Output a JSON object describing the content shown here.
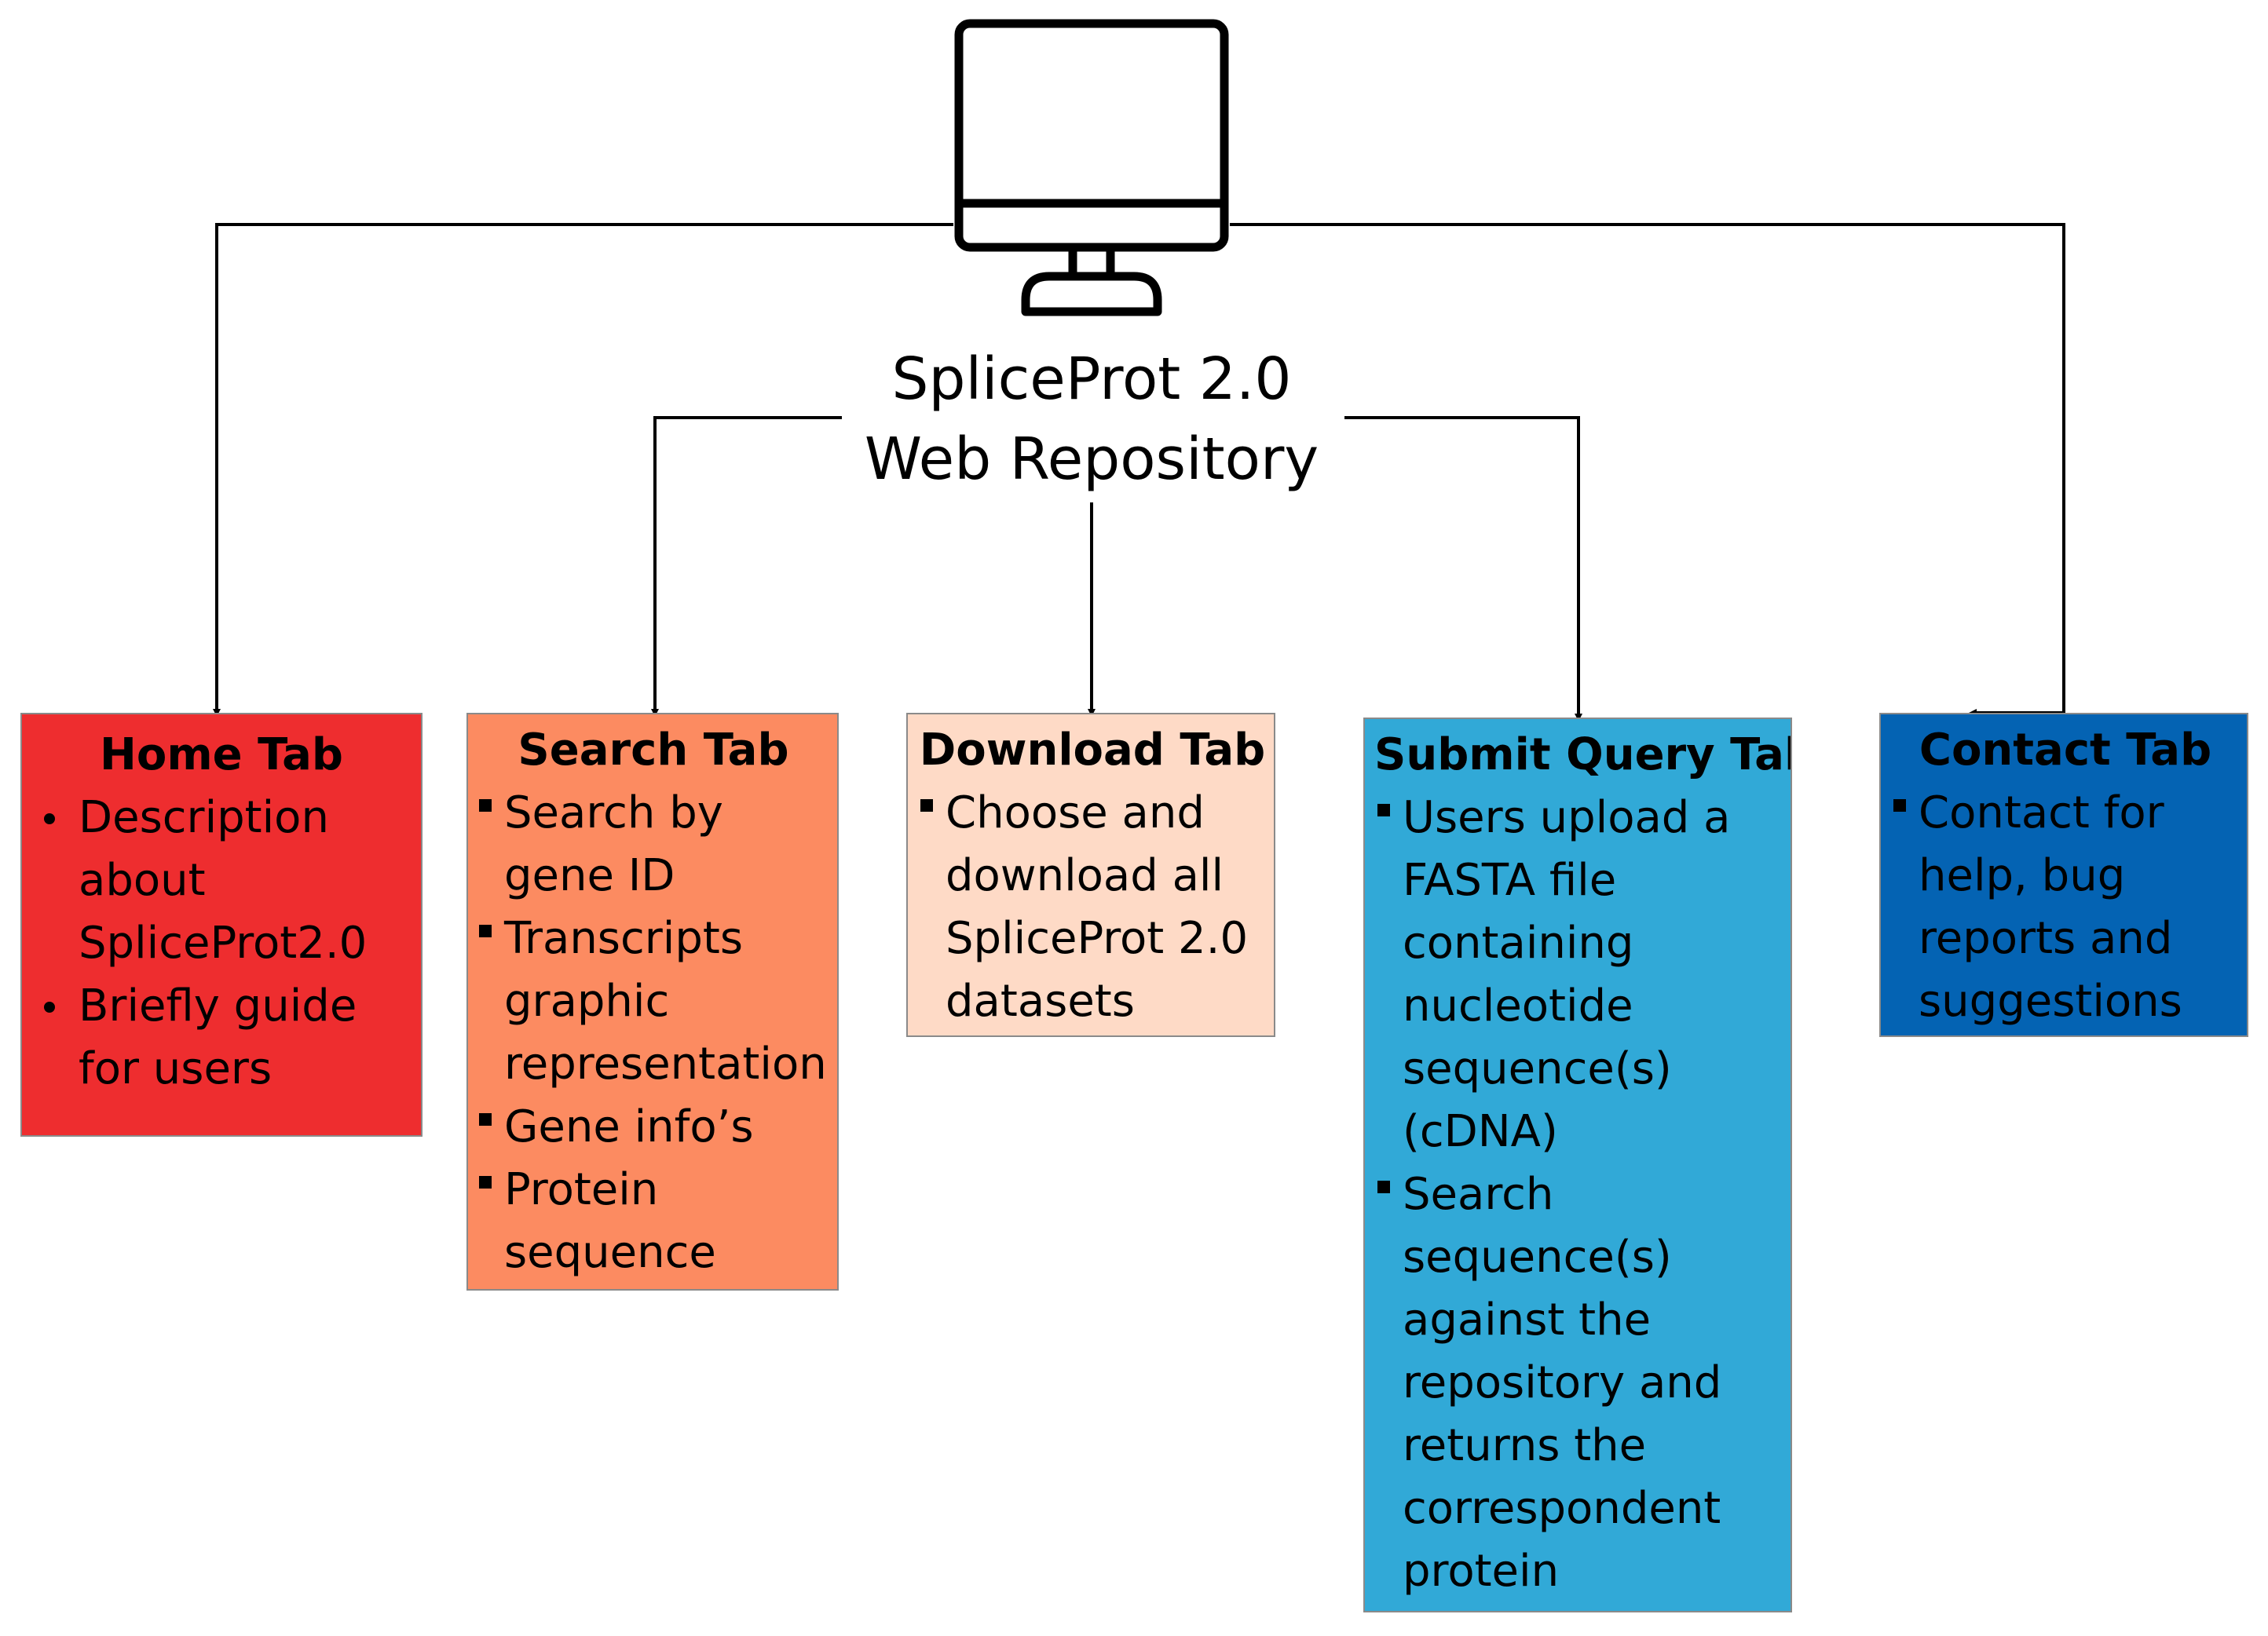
{
  "title": {
    "line1": "SpliceProt 2.0",
    "line2": "Web Repository"
  },
  "monitor": {
    "icon": "monitor-icon"
  },
  "boxes": {
    "home": {
      "heading": "Home Tab",
      "color": "#ee2d2f",
      "items": [
        "Description about SpliceProt2.0",
        "Briefly guide for users"
      ]
    },
    "search": {
      "heading": "Search Tab",
      "color": "#fc8b61",
      "items": [
        "Search by gene ID",
        "Transcripts graphic representation",
        "Gene info’s",
        "Protein sequence"
      ]
    },
    "download": {
      "heading": "Download Tab",
      "color": "#fedac6",
      "items": [
        "Choose and download all SpliceProt 2.0 datasets"
      ]
    },
    "submit": {
      "heading": "Submit Query Tab",
      "color": "#31a9d7",
      "items": [
        "Users upload a FASTA file containing nucleotide sequence(s) (cDNA)",
        "Search sequence(s) against the repository and returns the correspondent protein sequence"
      ]
    },
    "contact": {
      "heading": "Contact Tab",
      "color": "#0463b3",
      "items": [
        "Contact for help, bug reports and suggestions"
      ]
    }
  }
}
